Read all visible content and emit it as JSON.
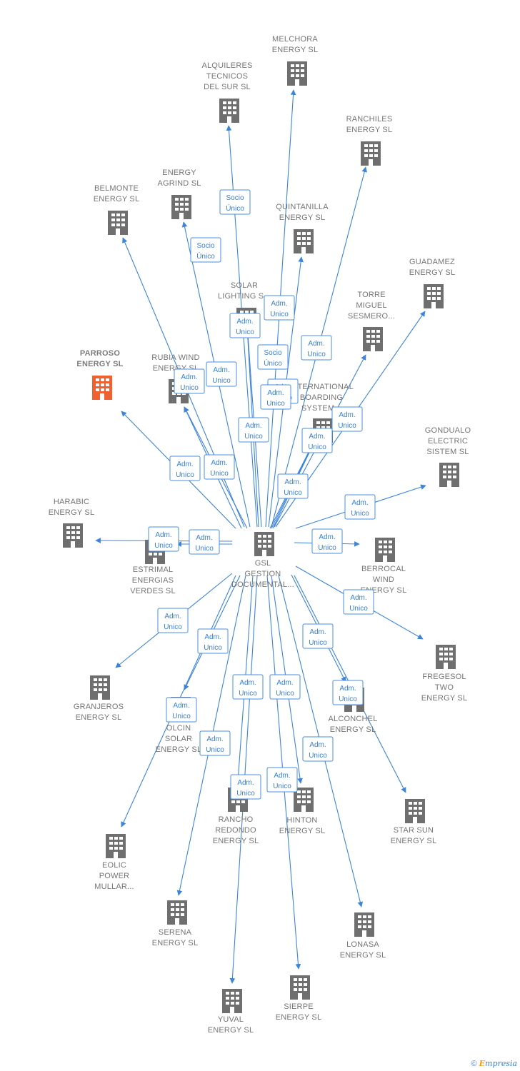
{
  "colors": {
    "edge": "#3d84db",
    "node": "#6f6f6f",
    "highlight": "#f06030",
    "label": "#757575"
  },
  "center": {
    "id": "center",
    "lines": [
      "GSL",
      "GESTION",
      "DOCUMENTAL..."
    ]
  },
  "nodes": [
    {
      "id": "melchora",
      "lines": [
        "MELCHORA",
        "ENERGY SL"
      ]
    },
    {
      "id": "alquileres",
      "lines": [
        "ALQUILERES",
        "TECNICOS",
        "DEL SUR SL"
      ]
    },
    {
      "id": "ranchiles",
      "lines": [
        "RANCHILES",
        "ENERGY SL"
      ]
    },
    {
      "id": "energy_agrind",
      "lines": [
        "ENERGY",
        "AGRIND SL"
      ]
    },
    {
      "id": "belmonte",
      "lines": [
        "BELMONTE",
        "ENERGY SL"
      ]
    },
    {
      "id": "quintanilla",
      "lines": [
        "QUINTANILLA",
        "ENERGY SL"
      ]
    },
    {
      "id": "guadamez",
      "lines": [
        "GUADAMEZ",
        "ENERGY SL"
      ]
    },
    {
      "id": "solar_lighting",
      "lines": [
        "SOLAR",
        "LIGHTING S..."
      ]
    },
    {
      "id": "torre_miguel",
      "lines": [
        "TORRE",
        "MIGUEL",
        "SESMERO..."
      ]
    },
    {
      "id": "parroso",
      "lines": [
        "PARROSO",
        "ENERGY SL"
      ],
      "highlight": true
    },
    {
      "id": "rubia_wind",
      "lines": [
        "RUBIA WIND",
        "ENERGY SL"
      ]
    },
    {
      "id": "international",
      "lines": [
        "INTERNATIONAL",
        "BOARDING",
        "SYSTEM..."
      ]
    },
    {
      "id": "gondualo",
      "lines": [
        "GONDUALO",
        "ELECTRIC",
        "SISTEM SL"
      ]
    },
    {
      "id": "harabic",
      "lines": [
        "HARABIC",
        "ENERGY SL"
      ]
    },
    {
      "id": "estrimal",
      "lines": [
        "ESTRIMAL",
        "ENERGIAS",
        "VERDES SL"
      ]
    },
    {
      "id": "berrocal",
      "lines": [
        "BERROCAL",
        "WIND",
        "ENERGY SL"
      ]
    },
    {
      "id": "fregesol",
      "lines": [
        "FREGESOL",
        "TWO",
        "ENERGY SL"
      ]
    },
    {
      "id": "granjeros",
      "lines": [
        "GRANJEROS",
        "ENERGY SL"
      ]
    },
    {
      "id": "alconchel",
      "lines": [
        "ALCONCHEL",
        "ENERGY SL"
      ]
    },
    {
      "id": "olcin",
      "lines": [
        "OLCIN",
        "SOLAR",
        "ENERGY SL"
      ]
    },
    {
      "id": "star_sun",
      "lines": [
        "STAR SUN",
        "ENERGY SL"
      ]
    },
    {
      "id": "rancho",
      "lines": [
        "RANCHO",
        "REDONDO",
        "ENERGY SL"
      ]
    },
    {
      "id": "hinton",
      "lines": [
        "HINTON",
        "ENERGY SL"
      ]
    },
    {
      "id": "eolic",
      "lines": [
        "EOLIC",
        "POWER",
        "MULLAR..."
      ]
    },
    {
      "id": "serena",
      "lines": [
        "SERENA",
        "ENERGY SL"
      ]
    },
    {
      "id": "lonasa",
      "lines": [
        "LONASA",
        "ENERGY SL"
      ]
    },
    {
      "id": "sierpe",
      "lines": [
        "SIERPE",
        "ENERGY SL"
      ]
    },
    {
      "id": "yuval",
      "lines": [
        "YUVAL",
        "ENERGY SL"
      ]
    }
  ],
  "relations": [
    {
      "to": "melchora",
      "lines": [
        "Adm.",
        "Unico"
      ]
    },
    {
      "to": "alquileres",
      "lines": [
        "Socio",
        "Único"
      ]
    },
    {
      "to": "ranchiles",
      "lines": [
        "Adm.",
        "Unico"
      ]
    },
    {
      "to": "energy_agrind",
      "lines": [
        "Socio",
        "Único"
      ]
    },
    {
      "to": "belmonte",
      "lines": [
        "Adm.",
        "Unico"
      ]
    },
    {
      "to": "quintanilla",
      "lines": [
        "Adm.",
        "Unico"
      ]
    },
    {
      "to": "guadamez",
      "lines": [
        "Adm.",
        "Unico"
      ]
    },
    {
      "to": "solar_lighting",
      "lines": [
        "Adm.",
        "Unico"
      ]
    },
    {
      "to": "solar_lighting_2",
      "lines": [
        "Socio",
        "Único"
      ]
    },
    {
      "to": "torre_miguel",
      "lines": [
        "Adm.",
        "Unico"
      ]
    },
    {
      "to": "parroso",
      "lines": [
        "Adm.",
        "Unico"
      ]
    },
    {
      "to": "rubia_wind",
      "lines": [
        "Adm.",
        "Unico"
      ]
    },
    {
      "to": "rubia_wind_2",
      "lines": [
        "Adm.",
        "Unico"
      ]
    },
    {
      "to": "international",
      "lines": [
        "Adm.",
        "Unico"
      ]
    },
    {
      "to": "international_2",
      "lines": [
        "Adm.",
        "Unico"
      ]
    },
    {
      "to": "international_3",
      "lines": [
        "Adm.",
        "Unico"
      ]
    },
    {
      "to": "gondualo",
      "lines": [
        "Adm.",
        "Unico"
      ]
    },
    {
      "to": "harabic",
      "lines": [
        "Adm.",
        "Unico"
      ]
    },
    {
      "to": "estrimal",
      "lines": [
        "Adm.",
        "Unico"
      ]
    },
    {
      "to": "berrocal",
      "lines": [
        "Adm.",
        "Unico"
      ]
    },
    {
      "to": "fregesol",
      "lines": [
        "Adm.",
        "Unico"
      ]
    },
    {
      "to": "granjeros",
      "lines": [
        "Adm.",
        "Unico"
      ]
    },
    {
      "to": "alconchel",
      "lines": [
        "Adm.",
        "Unico"
      ]
    },
    {
      "to": "olcin",
      "lines": [
        "Adm.",
        "Unico"
      ]
    },
    {
      "to": "star_sun",
      "lines": [
        "Adm.",
        "Unico"
      ]
    },
    {
      "to": "rancho",
      "lines": [
        "Adm.",
        "Unico"
      ]
    },
    {
      "to": "hinton",
      "lines": [
        "Adm.",
        "Unico"
      ]
    },
    {
      "to": "eolic",
      "lines": [
        "Adm.",
        "Unico"
      ]
    },
    {
      "to": "serena",
      "lines": [
        "Adm.",
        "Unico"
      ]
    },
    {
      "to": "lonasa",
      "lines": [
        "Adm.",
        "Unico"
      ]
    },
    {
      "to": "sierpe",
      "lines": [
        "Adm.",
        "Unico"
      ]
    },
    {
      "to": "yuval",
      "lines": [
        "Adm.",
        "Unico"
      ]
    }
  ],
  "credit": {
    "symbol": "©",
    "brand_initial": "E",
    "brand_rest": "mpresia"
  }
}
